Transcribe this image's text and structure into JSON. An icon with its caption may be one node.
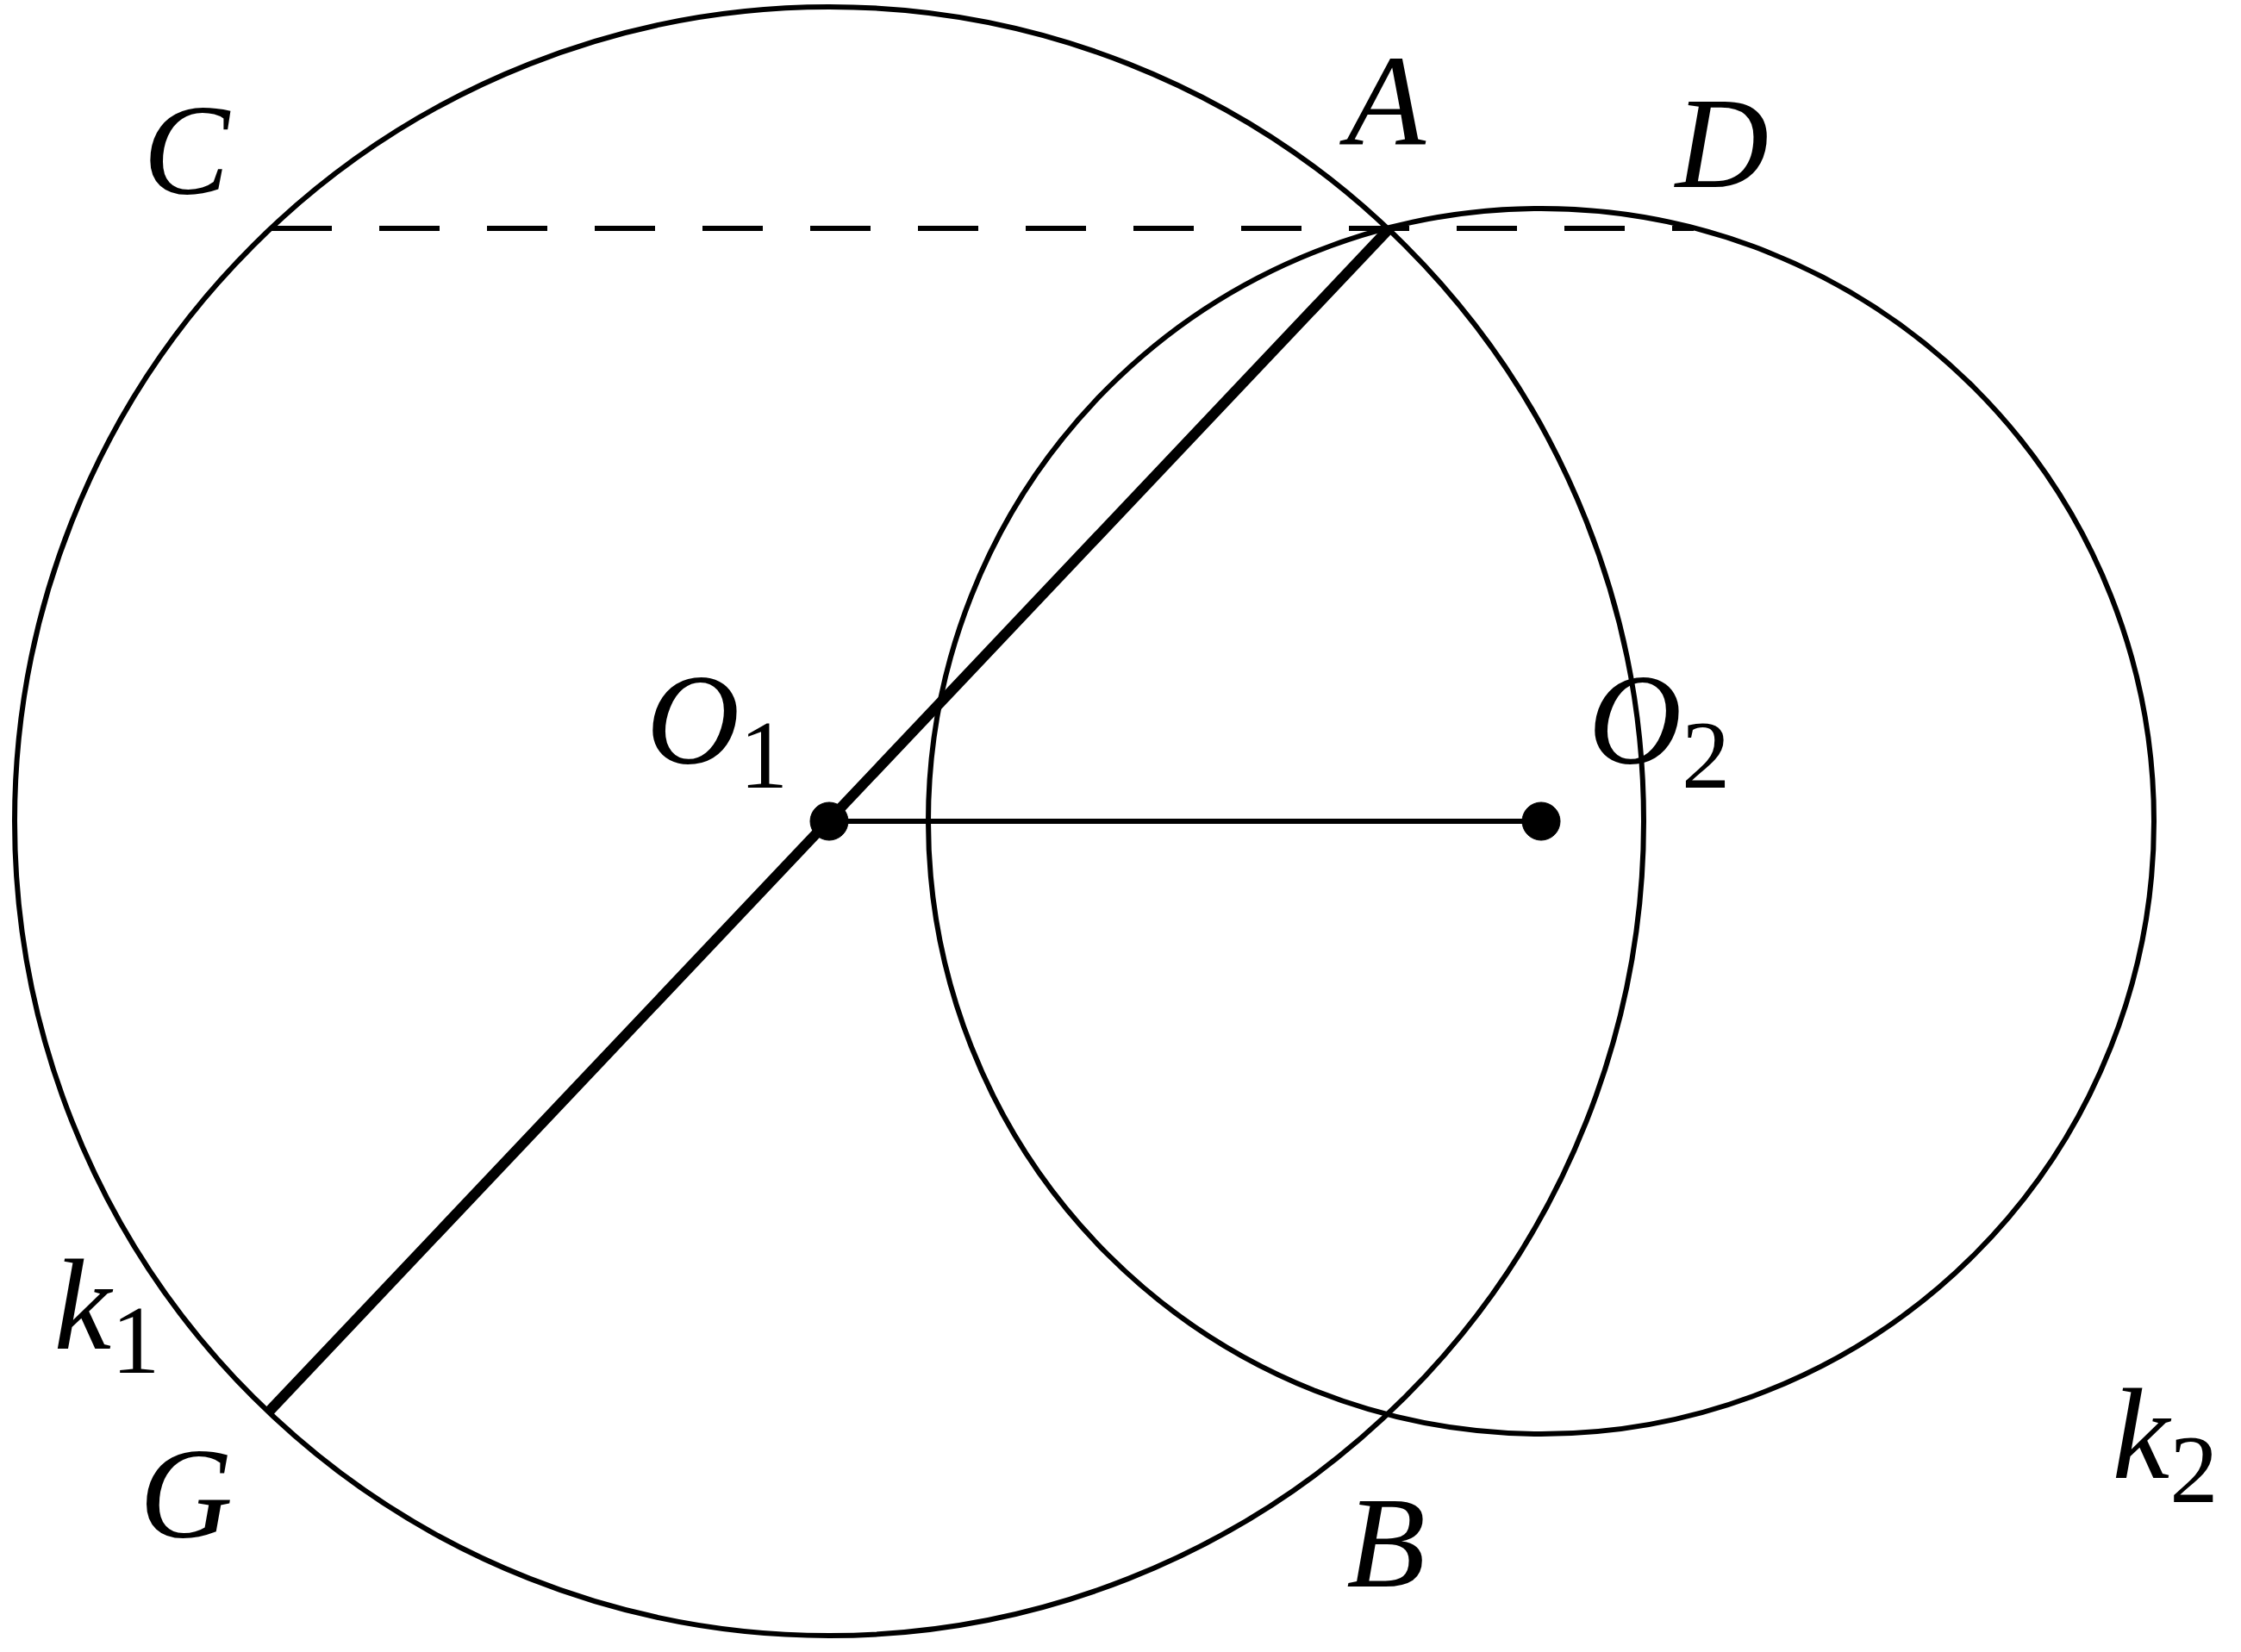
{
  "diagram": {
    "labels": [
      "C",
      "A",
      "D",
      "O$_{1}$",
      "O$_{2}$",
      "k$_{1}$",
      "G",
      "B",
      "k$_{2}$"
    ]
  }
}
